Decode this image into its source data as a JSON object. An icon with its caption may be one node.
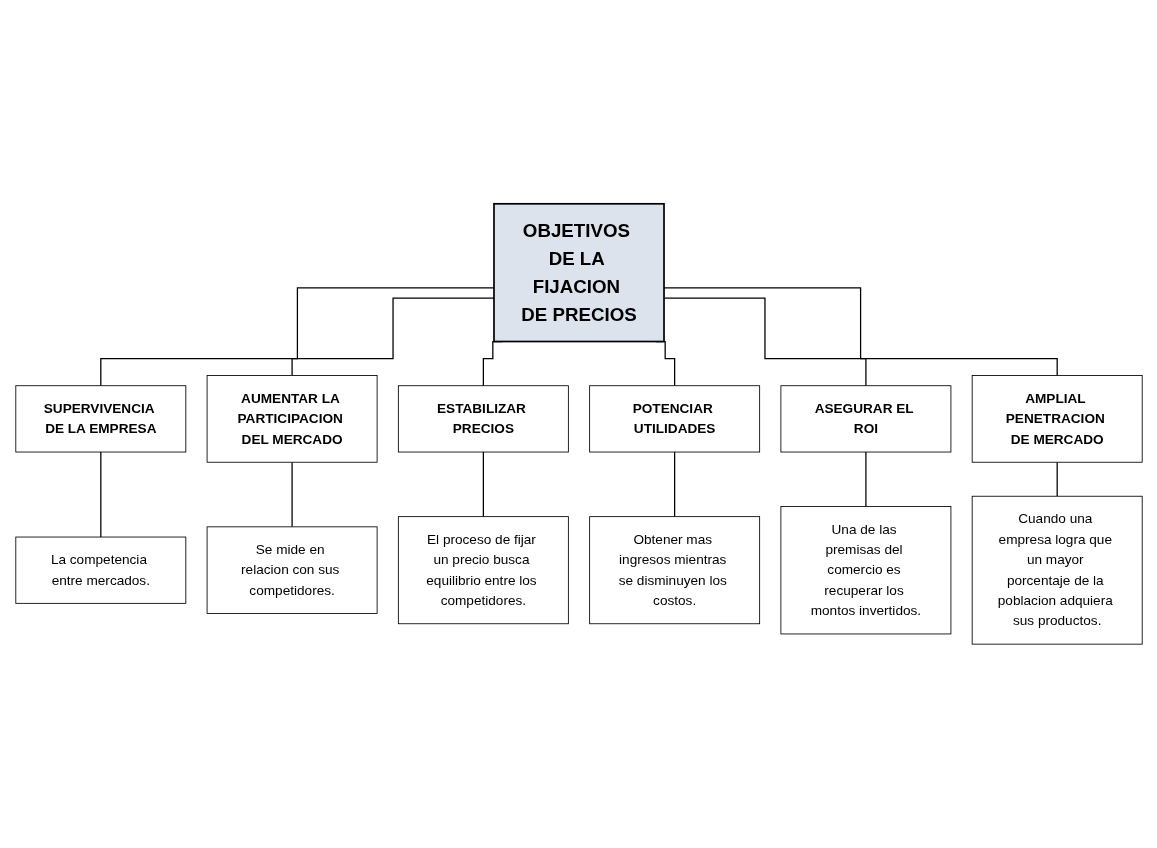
{
  "diagram": {
    "nodes": [
      {
        "text": [
          "OBJETIVOS DE LA FIJACION DE PRECIOS"
        ]
      },
      {
        "text": [
          "SUPERVIVENCIA DE LA EMPRESA"
        ]
      },
      {
        "text": [
          "La competencia entre mercados."
        ]
      },
      {
        "text": [
          "AUMENTAR LA PARTICIPACION DEL MERCADO"
        ]
      },
      {
        "text": [
          "Se mide en relacion con sus competidores."
        ]
      },
      {
        "text": [
          "ESTABILIZAR PRECIOS"
        ]
      },
      {
        "text": [
          "El proceso de fijar un precio busca equilibrio entre los competidores."
        ]
      },
      {
        "text": [
          "POTENCIAR UTILIDADES"
        ]
      },
      {
        "text": [
          "Obtener mas ingresos mientras se disminuyen los costos."
        ]
      },
      {
        "text": [
          "ASEGURAR EL ROI"
        ]
      },
      {
        "text": [
          "Una de las premisas del comercio es recuperar los montos invertidos."
        ]
      },
      {
        "text": [
          "AMPLIAL PENETRACION DE MERCADO"
        ]
      },
      {
        "text": [
          "Cuando una empresa logra que un mayor porcentaje de la poblacion adquiera sus productos."
        ]
      }
    ],
    "edges": [
      {
        "from": 0,
        "to": 1,
        "arrow": "none"
      },
      {
        "from": 0,
        "to": 3,
        "arrow": "none"
      },
      {
        "from": 0,
        "to": 5,
        "arrow": "none"
      },
      {
        "from": 0,
        "to": 7,
        "arrow": "none"
      },
      {
        "from": 0,
        "to": 9,
        "arrow": "none"
      },
      {
        "from": 0,
        "to": 11,
        "arrow": "none"
      },
      {
        "from": 1,
        "to": 2,
        "arrow": "none"
      },
      {
        "from": 3,
        "to": 4,
        "arrow": "none"
      },
      {
        "from": 5,
        "to": 6,
        "arrow": "none"
      },
      {
        "from": 7,
        "to": 8,
        "arrow": "none"
      },
      {
        "from": 9,
        "to": 10,
        "arrow": "none"
      },
      {
        "from": 11,
        "to": 12,
        "arrow": "none"
      }
    ]
  }
}
